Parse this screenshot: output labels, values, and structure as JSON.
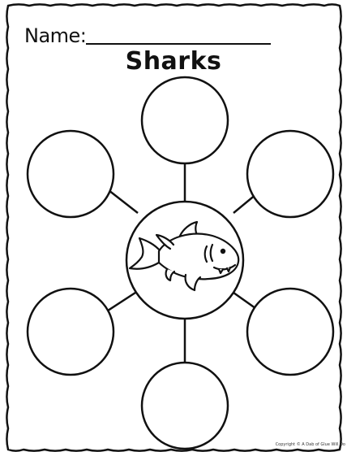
{
  "worksheet": {
    "name_label": "Name:",
    "title": "Sharks",
    "copyright": "Copyright © A Dab of Glue Will Do"
  },
  "center_icon": "shark-icon",
  "outer_circles": [
    "top",
    "upper-left",
    "upper-right",
    "lower-left",
    "lower-right",
    "bottom"
  ]
}
